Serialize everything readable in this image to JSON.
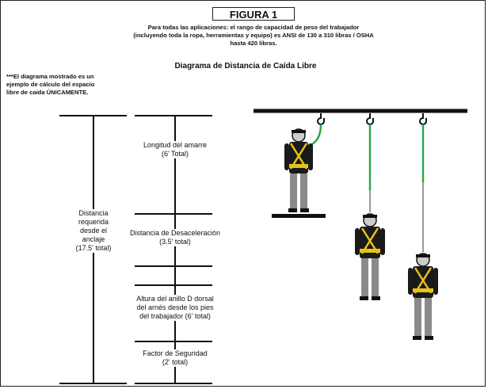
{
  "figure_label": "FIGURA 1",
  "subtitle_lines": [
    "Para todas las aplicaciones: el rango de capacidad de peso del trabajador",
    "(incluyendo toda la ropa, herramientas y equipo) es ANSI de 130 a 310 libras / OSHA",
    "hasta 420 libras."
  ],
  "diagram_title": "Diagrama de Distancia de Caída Libre",
  "note_lines": [
    "***El diagrama mostrado es un",
    "ejemplo de cálculo del espacio",
    "libre de caída ÚNICAMENTE."
  ],
  "left_label_lines": [
    "Distancia",
    "requerida",
    "desde el",
    "anclaje",
    "(17.5' total)"
  ],
  "segments": [
    {
      "lines": [
        "Longitud del amarre",
        "(6' Total)"
      ]
    },
    {
      "lines": [
        "Distancia de Desaceleración",
        "(3.5' total)"
      ]
    },
    {
      "lines": [
        "Altura del anillo D dorsal",
        "del arnés desde los pies",
        "del trabajador (6' total)"
      ]
    },
    {
      "lines": [
        "Factor de Seguridad",
        "(2' total)"
      ]
    }
  ],
  "colors": {
    "lanyard": "#2aa84a",
    "harness": "#e8c21a",
    "pants": "#8a8a8a",
    "body": "#1a1a1a",
    "skin": "#cccccc"
  }
}
